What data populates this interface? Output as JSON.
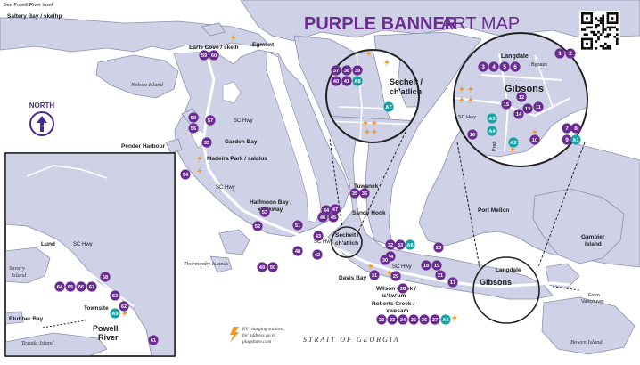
{
  "title": {
    "bold": "PURPLE BANNER",
    "light": "ART MAP"
  },
  "colors": {
    "land": "#cfd1e6",
    "land_stroke": "#8c8fb0",
    "water": "#ffffff",
    "purple": "#6b2c91",
    "teal": "#16a3a3",
    "road": "#ffffff",
    "ev": "#f39a1e"
  },
  "north": {
    "label": "NORTH"
  },
  "legend": {
    "ev_text": [
      "EV charging stations,",
      "for address go to",
      "plugshare.com"
    ]
  },
  "inset_note": "See Powell River Inset",
  "places": {
    "saltery": "Saltery Bay / skelhp",
    "earls": "Earls Cove / skelh",
    "egmont": "Egmont",
    "nelson": "Nelson Island",
    "pender": "Pender Harbour",
    "garden": "Garden Bay",
    "madeira": "Madeira Park / salalus",
    "halfmoon": "Halfmoon Bay /",
    "halfmoon2": "xwilkway",
    "thormanby": "Thormanby Islands",
    "tuwanek": "Tuwanek",
    "sandy": "Sandy Hook",
    "sechelt": "Sechelt /",
    "sechelt2": "ch'atlich",
    "davis": "Davis Bay",
    "wilson": "Wilson Creek /",
    "wilson2": "ts'kw'um",
    "roberts": "Roberts Creek /",
    "roberts2": "xwesam",
    "port_mellon": "Port Mellon",
    "gambier": "Gambier",
    "gambier2": "Island",
    "langdale": "Langdale",
    "gibsons": "Gibsons",
    "from_vancouver": "From",
    "from_vancouver2": "Vancouver",
    "bowen": "Bowen Island",
    "strait": "STRAIT  OF  GEORGIA",
    "lund": "Lund",
    "savary": "Savary",
    "savary2": "Island",
    "blubber": "Blubber Bay",
    "texada": "Texada Island",
    "townsite": "Townsite",
    "powell": "Powell",
    "powell2": "River",
    "bypass": "Bypass",
    "pratt": "Pratt"
  },
  "roads": {
    "sc_hwy": "SC Hwy"
  },
  "markers": [
    {
      "id": "59",
      "c": "p"
    },
    {
      "id": "60",
      "c": "p"
    },
    {
      "id": "58",
      "c": "p"
    },
    {
      "id": "57",
      "c": "p"
    },
    {
      "id": "56",
      "c": "p"
    },
    {
      "id": "55",
      "c": "p"
    },
    {
      "id": "54",
      "c": "p"
    },
    {
      "id": "53",
      "c": "p"
    },
    {
      "id": "52",
      "c": "p"
    },
    {
      "id": "51",
      "c": "p"
    },
    {
      "id": "50",
      "c": "p"
    },
    {
      "id": "49",
      "c": "p"
    },
    {
      "id": "48",
      "c": "p"
    },
    {
      "id": "47",
      "c": "p"
    },
    {
      "id": "46",
      "c": "p"
    },
    {
      "id": "45",
      "c": "p"
    },
    {
      "id": "44",
      "c": "p"
    },
    {
      "id": "43",
      "c": "p"
    },
    {
      "id": "42",
      "c": "p"
    },
    {
      "id": "36",
      "c": "p"
    },
    {
      "id": "35",
      "c": "p"
    },
    {
      "id": "32",
      "c": "p"
    },
    {
      "id": "33",
      "c": "p"
    },
    {
      "id": "34",
      "c": "p"
    },
    {
      "id": "A6",
      "c": "t"
    },
    {
      "id": "31",
      "c": "p"
    },
    {
      "id": "30",
      "c": "p"
    },
    {
      "id": "29",
      "c": "p"
    },
    {
      "id": "28",
      "c": "p"
    },
    {
      "id": "20",
      "c": "p"
    },
    {
      "id": "19",
      "c": "p"
    },
    {
      "id": "18",
      "c": "p"
    },
    {
      "id": "21",
      "c": "p"
    },
    {
      "id": "17",
      "c": "p"
    },
    {
      "id": "22",
      "c": "p"
    },
    {
      "id": "23",
      "c": "p"
    },
    {
      "id": "24",
      "c": "p"
    },
    {
      "id": "25",
      "c": "p"
    },
    {
      "id": "26",
      "c": "p"
    },
    {
      "id": "27",
      "c": "p"
    },
    {
      "id": "A5",
      "c": "t"
    },
    {
      "id": "1",
      "c": "p"
    },
    {
      "id": "2",
      "c": "p"
    },
    {
      "id": "37",
      "c": "p"
    },
    {
      "id": "38",
      "c": "p"
    },
    {
      "id": "39",
      "c": "p"
    },
    {
      "id": "40",
      "c": "p"
    },
    {
      "id": "41",
      "c": "p"
    },
    {
      "id": "A8",
      "c": "t"
    },
    {
      "id": "A7",
      "c": "t"
    },
    {
      "id": "3",
      "c": "p"
    },
    {
      "id": "4",
      "c": "p"
    },
    {
      "id": "5",
      "c": "p"
    },
    {
      "id": "6",
      "c": "p"
    },
    {
      "id": "15",
      "c": "p"
    },
    {
      "id": "14",
      "c": "p"
    },
    {
      "id": "13",
      "c": "p"
    },
    {
      "id": "12",
      "c": "p"
    },
    {
      "id": "11",
      "c": "p"
    },
    {
      "id": "10",
      "c": "p"
    },
    {
      "id": "A3",
      "c": "t"
    },
    {
      "id": "A4",
      "c": "t"
    },
    {
      "id": "A2",
      "c": "t"
    },
    {
      "id": "16",
      "c": "p"
    },
    {
      "id": "7",
      "c": "p"
    },
    {
      "id": "8",
      "c": "p"
    },
    {
      "id": "9",
      "c": "p"
    },
    {
      "id": "A1",
      "c": "t"
    },
    {
      "id": "64",
      "c": "p"
    },
    {
      "id": "65",
      "c": "p"
    },
    {
      "id": "66",
      "c": "p"
    },
    {
      "id": "67",
      "c": "p"
    },
    {
      "id": "68",
      "c": "p"
    },
    {
      "id": "63",
      "c": "p"
    },
    {
      "id": "62",
      "c": "p"
    },
    {
      "id": "61",
      "c": "p"
    },
    {
      "id": "A9",
      "c": "t"
    }
  ]
}
